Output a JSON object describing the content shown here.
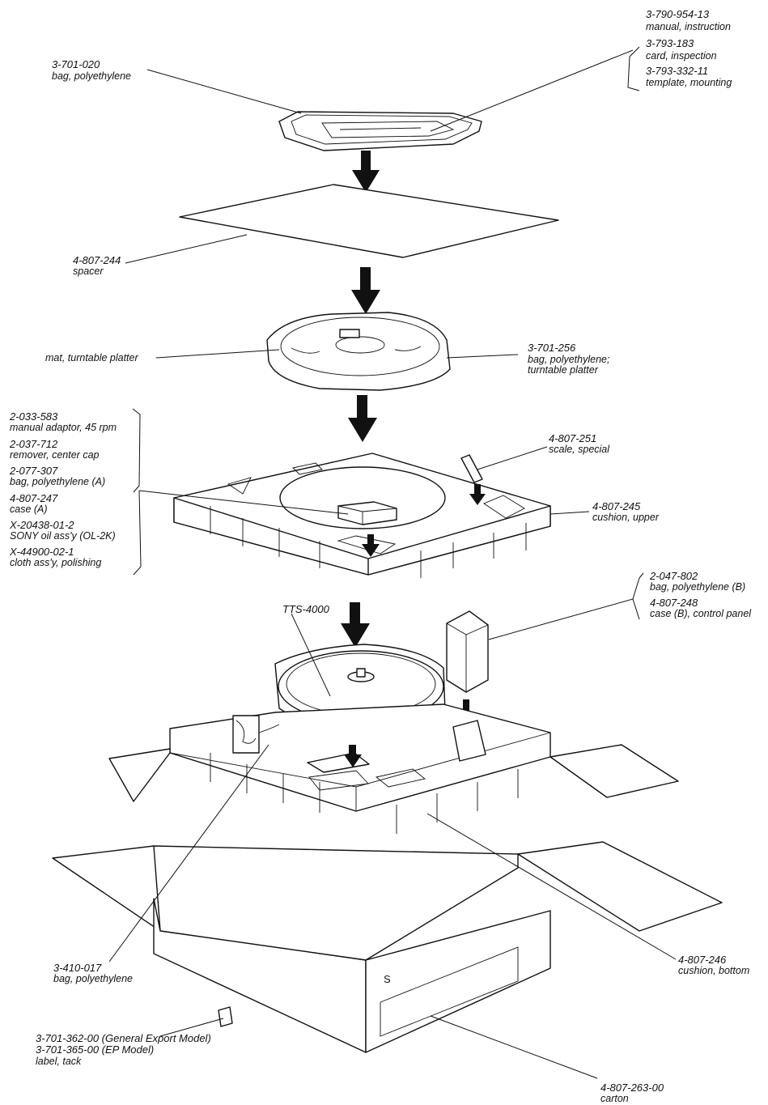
{
  "callouts": {
    "manual": {
      "pn": "3-790-954-13",
      "desc": "manual, instruction"
    },
    "card": {
      "pn": "3-793-183",
      "desc": "card, inspection"
    },
    "template": {
      "pn": "3-793-332-11",
      "desc": "template, mounting"
    },
    "bag_top": {
      "pn": "3-701-020",
      "desc": "bag, polyethylene"
    },
    "spacer": {
      "pn": "4-807-244",
      "desc": "spacer"
    },
    "mat": {
      "desc": "mat, turntable platter"
    },
    "bag_platter": {
      "pn": "3-701-256",
      "desc1": "bag, polyethylene;",
      "desc2": "turntable platter"
    },
    "adaptor": {
      "pn": "2-033-583",
      "desc": "manual adaptor, 45 rpm"
    },
    "remover": {
      "pn": "2-037-712",
      "desc": "remover, center cap"
    },
    "bag_a": {
      "pn": "2-077-307",
      "desc": "bag, polyethylene (A)"
    },
    "case_a": {
      "pn": "4-807-247",
      "desc": "case (A)"
    },
    "oil": {
      "pn": "X-20438-01-2",
      "desc": "SONY oil ass'y (OL-2K)"
    },
    "cloth": {
      "pn": "X-44900-02-1",
      "desc": "cloth ass'y, polishing"
    },
    "scale": {
      "pn": "4-807-251",
      "desc": "scale, special"
    },
    "cushion_upper": {
      "pn": "4-807-245",
      "desc": "cushion, upper"
    },
    "bag_b": {
      "pn": "2-047-802",
      "desc": "bag, polyethylene (B)"
    },
    "case_b": {
      "pn": "4-807-248",
      "desc": "case (B), control panel"
    },
    "model": {
      "pn": "TTS-4000"
    },
    "bag_cord": {
      "pn": "3-410-017",
      "desc": "bag, polyethylene"
    },
    "cushion_bottom": {
      "pn": "4-807-246",
      "desc": "cushion, bottom"
    },
    "label": {
      "pn1": "3-701-362-00 (General Export Model)",
      "pn2": "3-701-365-00 (EP Model)",
      "desc": "label, tack"
    },
    "carton": {
      "pn": "4-807-263-00",
      "desc": "carton"
    }
  },
  "carton_mark": "S"
}
